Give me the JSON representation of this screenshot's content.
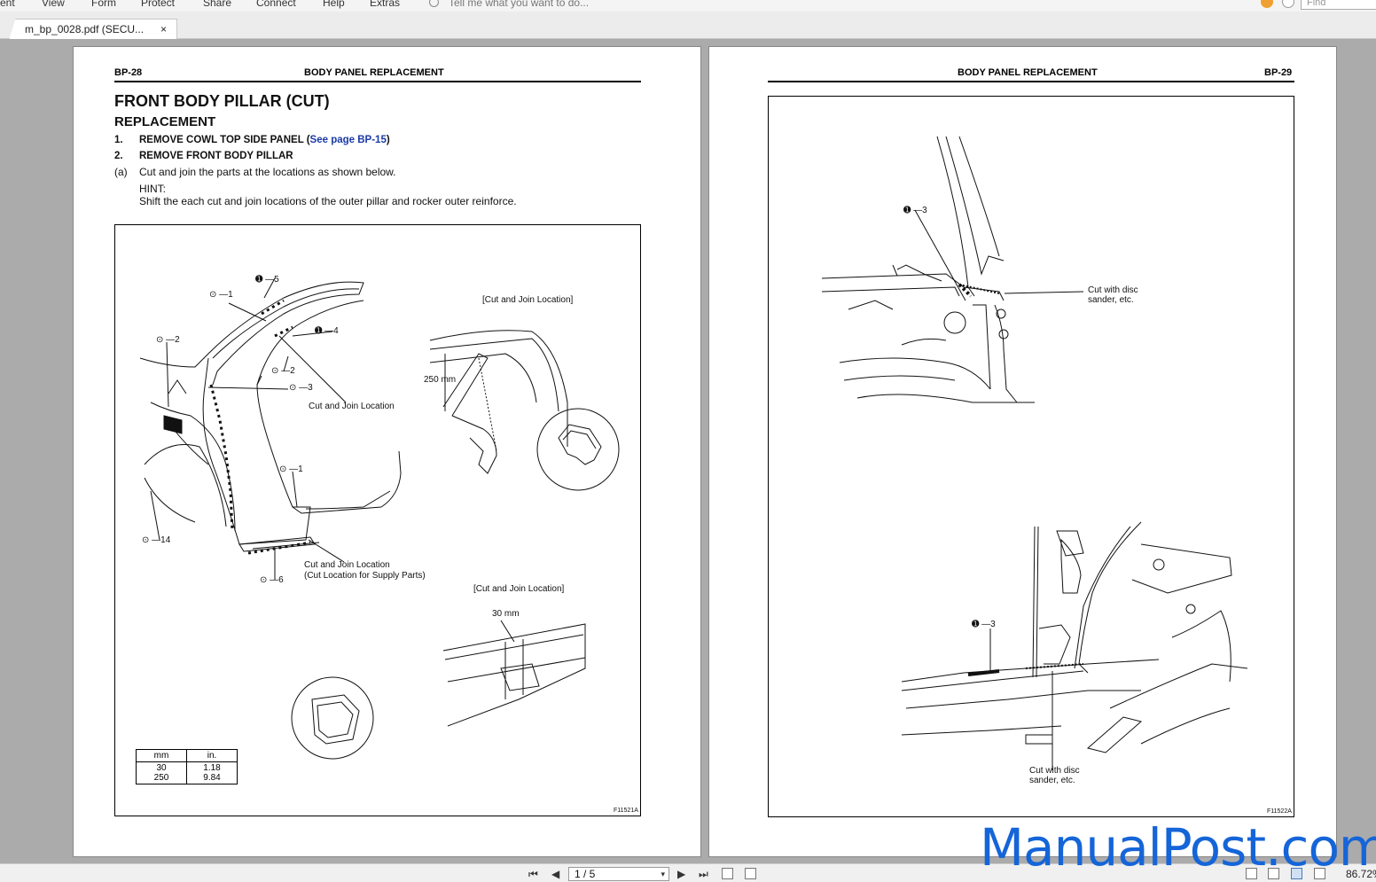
{
  "menu": {
    "items": [
      "ent",
      "View",
      "Form",
      "Protect",
      "Share",
      "Connect",
      "Help",
      "Extras"
    ],
    "tell_me": "Tell me what you want to do...",
    "find_placeholder": "Find"
  },
  "tab": {
    "label": "m_bp_0028.pdf (SECU...",
    "close": "×"
  },
  "page_left": {
    "code": "BP-28",
    "header": "BODY PANEL REPLACEMENT",
    "title": "FRONT BODY PILLAR (CUT)",
    "subtitle": "REPLACEMENT",
    "steps": [
      {
        "num": "1.",
        "text": "REMOVE COWL TOP SIDE PANEL (",
        "link": "See page BP-15",
        "after": ")"
      },
      {
        "num": "2.",
        "text": "REMOVE FRONT BODY PILLAR"
      }
    ],
    "sub_a": {
      "label": "(a)",
      "text": "Cut and join the parts at the locations as shown below."
    },
    "hint_label": "HINT:",
    "hint_text": "Shift the each cut and join locations of the outer pillar and rocker outer reinforce.",
    "figure": {
      "callouts": [
        "1",
        "5",
        "2",
        "4",
        "2",
        "3",
        "1",
        "14",
        "6"
      ],
      "labels": {
        "cut_join_top": "[Cut and Join Location]",
        "cut_join_location": "Cut and Join Location",
        "cut_join_supply_1": "Cut and Join Location",
        "cut_join_supply_2": "(Cut Location for Supply Parts)",
        "cut_join_bottom": "[Cut and Join Location]",
        "dim_250": "250 mm",
        "dim_30": "30 mm"
      },
      "units_table": {
        "headers": [
          "mm",
          "in."
        ],
        "rows": [
          [
            "30",
            "1.18"
          ],
          [
            "250",
            "9.84"
          ]
        ]
      },
      "id": "F11521A"
    }
  },
  "page_right": {
    "code": "BP-29",
    "header": "BODY PANEL REPLACEMENT",
    "figure": {
      "callout_top": "3",
      "callout_bottom": "3",
      "label_top_1": "Cut with disc",
      "label_top_2": "sander, etc.",
      "label_bottom_1": "Cut with disc",
      "label_bottom_2": "sander, etc.",
      "id": "F11522A"
    }
  },
  "status": {
    "page_indicator": "1 / 5",
    "zoom": "86.72%"
  },
  "watermark": "ManualPost.com",
  "colors": {
    "link": "#1a3aa8",
    "watermark": "#1565d8",
    "background": "#ababab"
  }
}
